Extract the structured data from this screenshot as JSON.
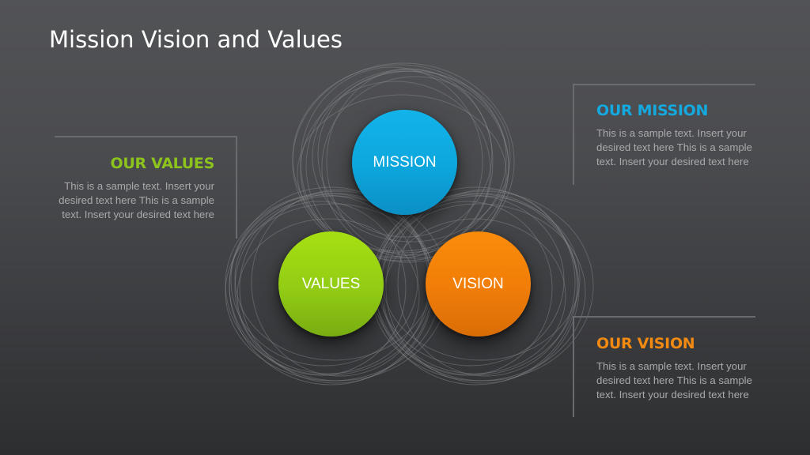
{
  "slide": {
    "title": "Mission Vision and Values"
  },
  "colors": {
    "mission": "#0ca6dc",
    "values": "#92cc14",
    "vision": "#f07d08",
    "background_top": "#525356",
    "background_bottom": "#2d2e30",
    "body_text": "#a9aaac",
    "bracket_line": "#6a6b6e"
  },
  "circles": {
    "mission": {
      "label": "MISSION"
    },
    "values": {
      "label": "VALUES"
    },
    "vision": {
      "label": "VISION"
    }
  },
  "sections": {
    "values": {
      "heading": "OUR VALUES",
      "body": "This is a sample text. Insert your desired text here This is a sample text.  Insert your desired text here"
    },
    "mission": {
      "heading": "OUR MISSION",
      "body": "This is a sample text. Insert your desired text here This is a sample text.  Insert your desired text here"
    },
    "vision": {
      "heading": "OUR VISION",
      "body": "This is a sample text. Insert your desired text here This is a sample text.  Insert your desired text here"
    }
  }
}
